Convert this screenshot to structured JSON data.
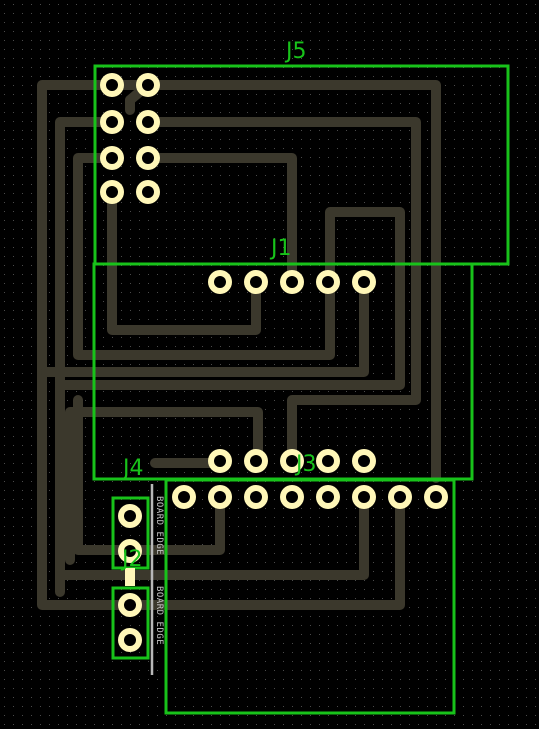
{
  "board": {
    "background": "#000000",
    "grid_dot_color": "#5a5a5a",
    "trace_color": "#3b382c",
    "silkscreen_color": "#18c21a",
    "pad_fill": "#fff7b8",
    "pad_hole": "#000000",
    "board_edge_color": "#b8b8b8"
  },
  "components": {
    "j5": {
      "ref": "J5"
    },
    "j1": {
      "ref": "J1"
    },
    "j3": {
      "ref": "J3"
    },
    "j4": {
      "ref": "J4"
    },
    "j2": {
      "ref": "J2"
    }
  },
  "board_edge": {
    "label_top": "BOARD EDGE",
    "label_bottom": "BOARD EDGE"
  }
}
